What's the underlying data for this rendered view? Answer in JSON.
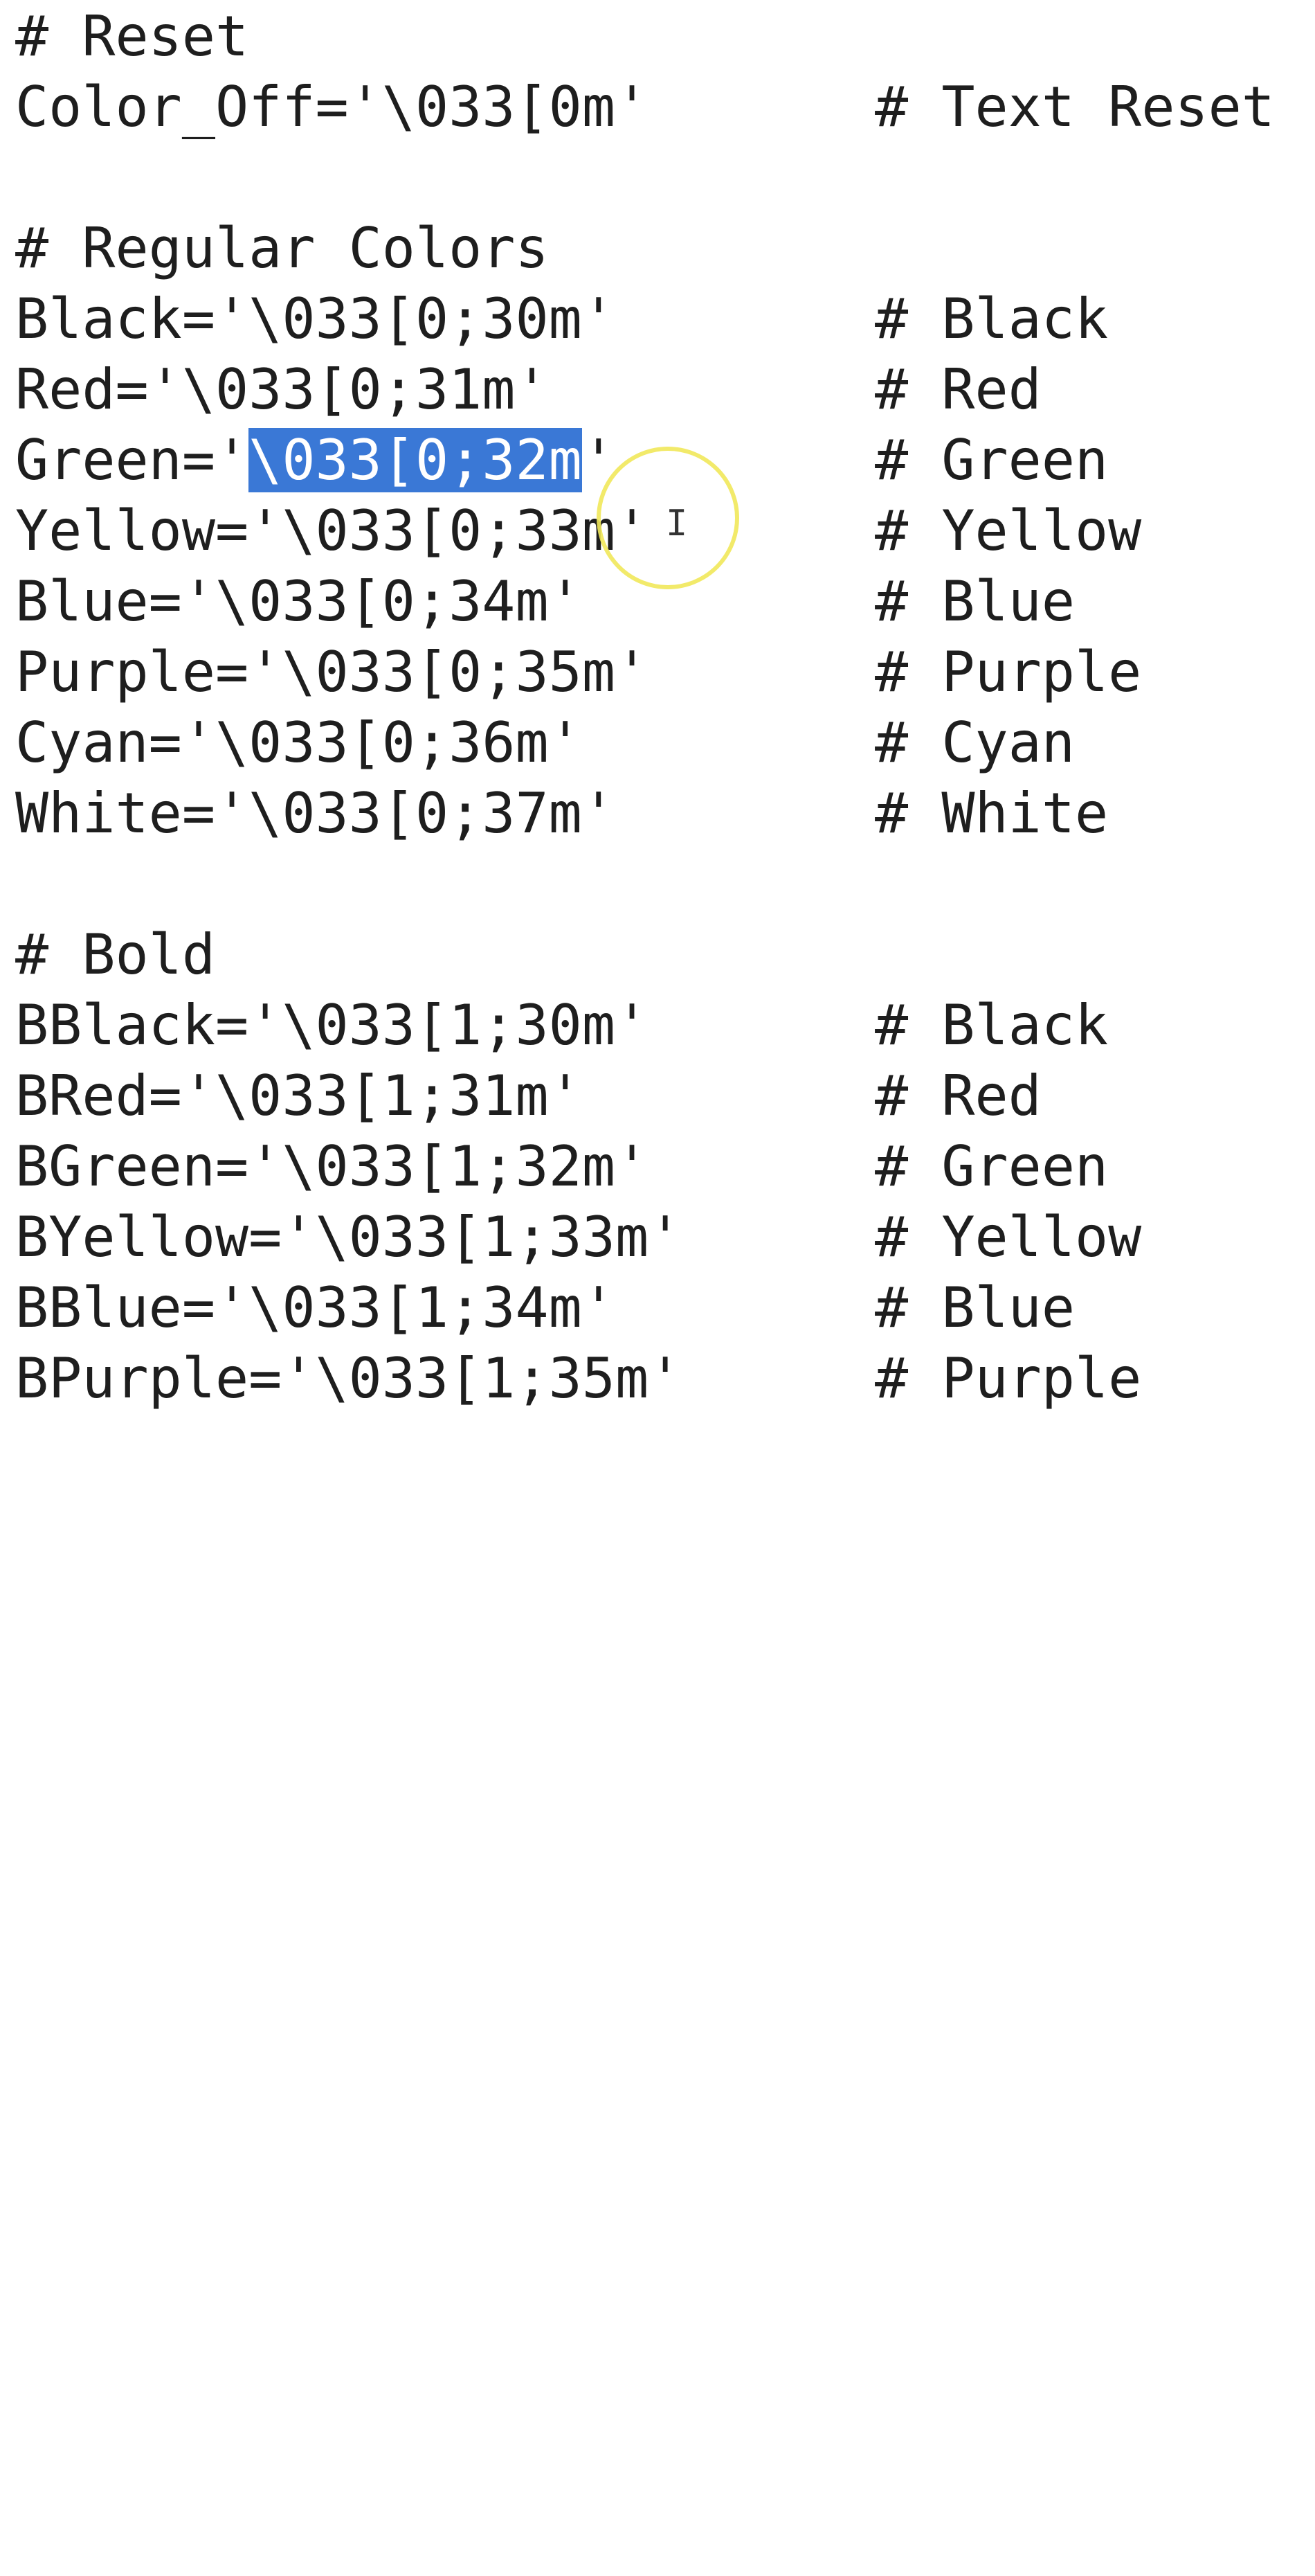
{
  "lines": [
    {
      "code": "# Reset",
      "comment": ""
    },
    {
      "code": "Color_Off='\\033[0m'",
      "comment": "# Text Reset"
    },
    {
      "code": "",
      "comment": ""
    },
    {
      "code": "# Regular Colors",
      "comment": ""
    },
    {
      "code": "Black='\\033[0;30m'",
      "comment": "# Black"
    },
    {
      "code": "Red='\\033[0;31m'",
      "comment": "# Red"
    },
    {
      "code": "Green='\\033[0;32m'",
      "comment": "# Green",
      "sel_prefix": "Green='",
      "sel_text": "\\033[0;32m",
      "sel_suffix": "'"
    },
    {
      "code": "Yellow='\\033[0;33m'",
      "comment": "# Yellow"
    },
    {
      "code": "Blue='\\033[0;34m'",
      "comment": "# Blue"
    },
    {
      "code": "Purple='\\033[0;35m'",
      "comment": "# Purple"
    },
    {
      "code": "Cyan='\\033[0;36m'",
      "comment": "# Cyan"
    },
    {
      "code": "White='\\033[0;37m'",
      "comment": "# White"
    },
    {
      "code": "",
      "comment": ""
    },
    {
      "code": "# Bold",
      "comment": ""
    },
    {
      "code": "BBlack='\\033[1;30m'",
      "comment": "# Black"
    },
    {
      "code": "BRed='\\033[1;31m'",
      "comment": "# Red"
    },
    {
      "code": "BGreen='\\033[1;32m'",
      "comment": "# Green"
    },
    {
      "code": "BYellow='\\033[1;33m'",
      "comment": "# Yellow"
    },
    {
      "code": "BBlue='\\033[1;34m'",
      "comment": "# Blue"
    },
    {
      "code": "BPurple='\\033[1;35m'",
      "comment": "# Purple"
    }
  ],
  "selection": {
    "line": 7,
    "text": "\\033[0;32m",
    "color": "#3a78d6"
  },
  "cursor": {
    "icon": "text-cursor-icon",
    "highlight_icon": "click-highlight-ring-icon",
    "highlight_color": "#f1e85a"
  }
}
